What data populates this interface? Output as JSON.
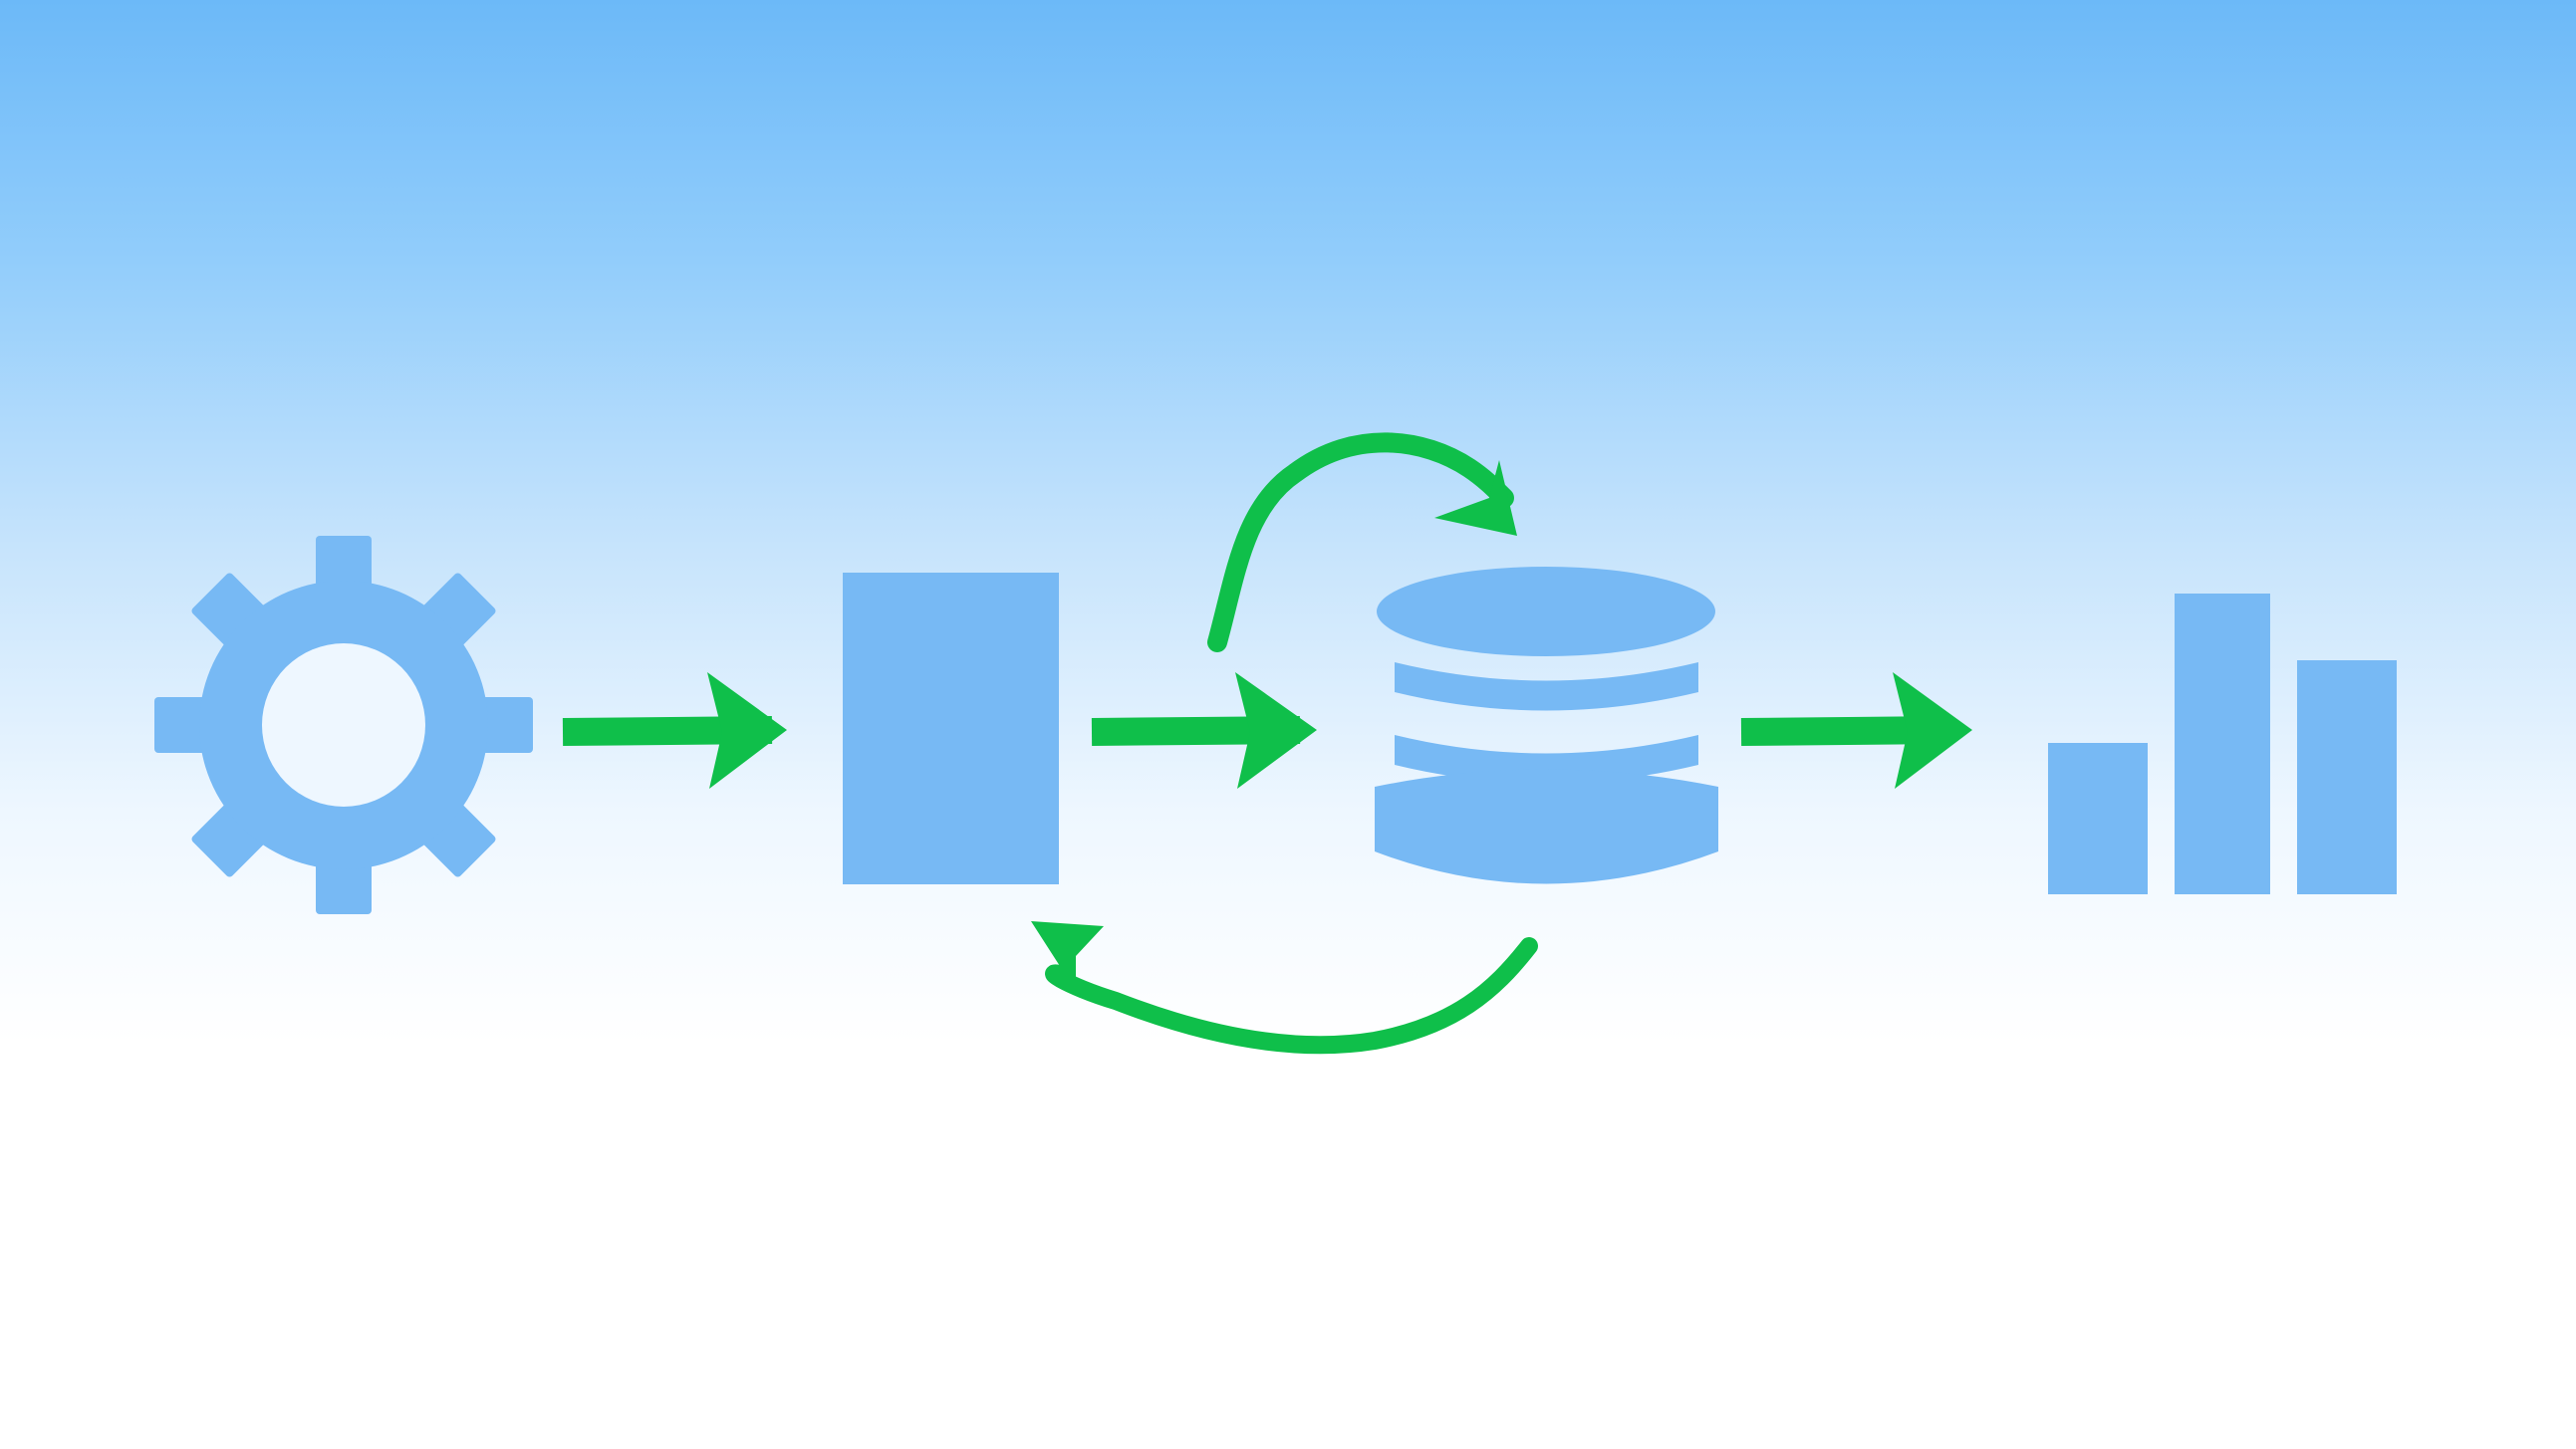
{
  "colors": {
    "node_fill": "#77b9f4",
    "arrow_stroke": "#0fbf4a",
    "background_top": "#6cb9f8",
    "background_bottom": "#ffffff"
  },
  "diagram": {
    "nodes": [
      {
        "id": "process",
        "icon": "gear-icon"
      },
      {
        "id": "document",
        "icon": "document-block-icon"
      },
      {
        "id": "storage",
        "icon": "database-icon"
      },
      {
        "id": "output",
        "icon": "bar-chart-icon"
      }
    ],
    "edges": [
      {
        "from": "process",
        "to": "document"
      },
      {
        "from": "document",
        "to": "storage"
      },
      {
        "from": "storage",
        "to": "output"
      },
      {
        "from": "document",
        "to": "storage",
        "style": "curved-loop-top"
      },
      {
        "from": "storage",
        "to": "document",
        "style": "curved-loop-bottom"
      }
    ]
  }
}
